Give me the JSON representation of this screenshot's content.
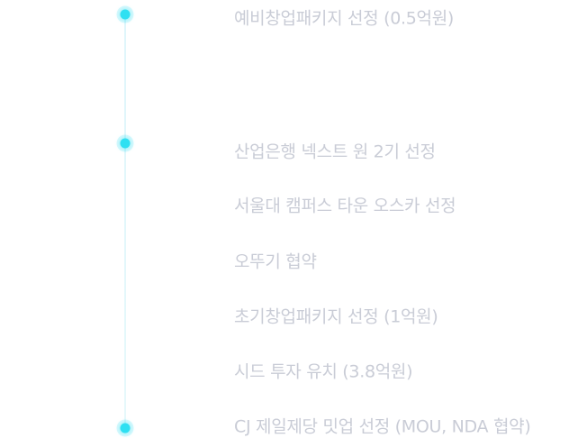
{
  "timeline": {
    "colors": {
      "dot": "#2fe0f2",
      "line": "#dff6fb",
      "text": "#c9ccd6"
    },
    "milestones": [
      {
        "label": "예비창업패키지 선정 (0.5억원)",
        "has_dot": true
      },
      {
        "label": "산업은행 넥스트 원 2기 선정",
        "has_dot": true
      },
      {
        "label": "서울대 캠퍼스 타운 오스카 선정",
        "has_dot": false
      },
      {
        "label": "오뚜기 협약",
        "has_dot": false
      },
      {
        "label": "초기창업패키지 선정 (1억원)",
        "has_dot": false
      },
      {
        "label": "시드 투자 유치 (3.8억원)",
        "has_dot": false
      },
      {
        "label": "CJ 제일제당 밋업 선정 (MOU, NDA 협약)",
        "has_dot": true
      }
    ]
  }
}
